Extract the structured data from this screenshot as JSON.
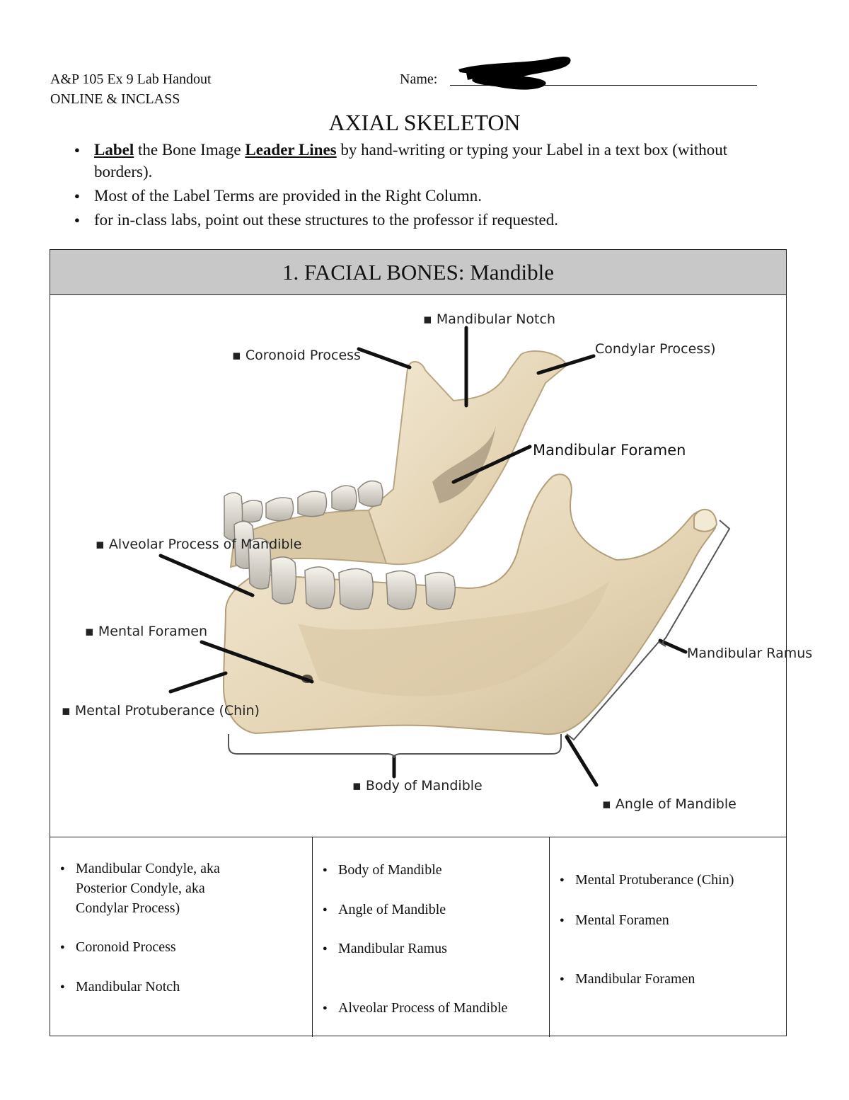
{
  "header": {
    "course": "A&P 105 Ex 9 Lab Handout",
    "mode": "ONLINE & INCLASS",
    "name_label": "Name:"
  },
  "title": "AXIAL SKELETON",
  "instructions": [
    {
      "bold_1": "Label",
      "text_1": " the Bone Image ",
      "bold_2": "Leader Lines",
      "text_2": " by hand-writing or typing your Label in a text box (without borders)."
    },
    {
      "text": "Most of the Label Terms are provided in the Right Column."
    },
    {
      "text": "for in-class labs, point out these structures to the professor if requested."
    }
  ],
  "section_title": "1. FACIAL BONES: Mandible",
  "diagram_labels": {
    "mandibular_notch": "▪ Mandibular Notch",
    "coronoid_process": "▪ Coronoid Process",
    "condylar_process": "Condylar Process)",
    "mandibular_foramen": "Mandibular Foramen",
    "alveolar_process": "▪ Alveolar Process of Mandible",
    "mental_foramen": "▪ Mental Foramen",
    "mandibular_ramus": "Mandibular Ramus",
    "mental_protuberance": "▪ Mental Protuberance (Chin)",
    "body_of_mandible": "▪ Body of Mandible",
    "angle_of_mandible": "▪ Angle of Mandible"
  },
  "terms": {
    "col1": [
      "Mandibular Condyle, aka",
      "Posterior Condyle, aka",
      "Condylar Process)",
      "Coronoid Process",
      "Mandibular Notch"
    ],
    "col2": [
      "Body of Mandible",
      "Angle of Mandible",
      "Mandibular Ramus",
      "Alveolar Process of Mandible"
    ],
    "col3": [
      "Mental Protuberance (Chin)",
      "Mental Foramen",
      "Mandibular Foramen"
    ]
  },
  "colors": {
    "header_band": "#c8c8c8",
    "bone": "#e9dcc1",
    "bone_shadow": "#b9a888",
    "leader_line": "#111111",
    "redaction": "#000000"
  }
}
